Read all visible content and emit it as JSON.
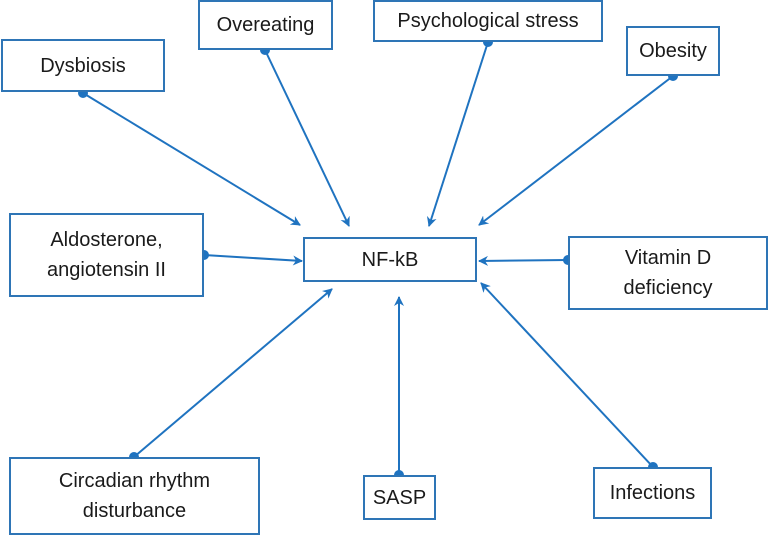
{
  "diagram": {
    "center": {
      "id": "nfkb",
      "label": "NF-kB"
    },
    "factors": [
      {
        "id": "dysbiosis",
        "label": "Dysbiosis"
      },
      {
        "id": "overeating",
        "label": "Overeating"
      },
      {
        "id": "psychological-stress",
        "label": "Psychological stress"
      },
      {
        "id": "obesity",
        "label": "Obesity"
      },
      {
        "id": "aldosterone",
        "label": "Aldosterone,\nangiotensin II"
      },
      {
        "id": "vitamin-d",
        "label": "Vitamin D\ndeficiency"
      },
      {
        "id": "circadian",
        "label": "Circadian rhythm\ndisturbance"
      },
      {
        "id": "sasp",
        "label": "SASP"
      },
      {
        "id": "infections",
        "label": "Infections"
      }
    ],
    "edges": [
      {
        "from": "dysbiosis",
        "to": "nfkb"
      },
      {
        "from": "overeating",
        "to": "nfkb"
      },
      {
        "from": "psychological-stress",
        "to": "nfkb"
      },
      {
        "from": "obesity",
        "to": "nfkb"
      },
      {
        "from": "aldosterone",
        "to": "nfkb"
      },
      {
        "from": "vitamin-d",
        "to": "nfkb"
      },
      {
        "from": "circadian",
        "to": "nfkb"
      },
      {
        "from": "sasp",
        "to": "nfkb"
      },
      {
        "from": "infections",
        "to": "nfkb"
      }
    ],
    "colors": {
      "edge": "#1f73c0",
      "box_border": "#2e75b6",
      "text": "#1a1a1a"
    }
  }
}
